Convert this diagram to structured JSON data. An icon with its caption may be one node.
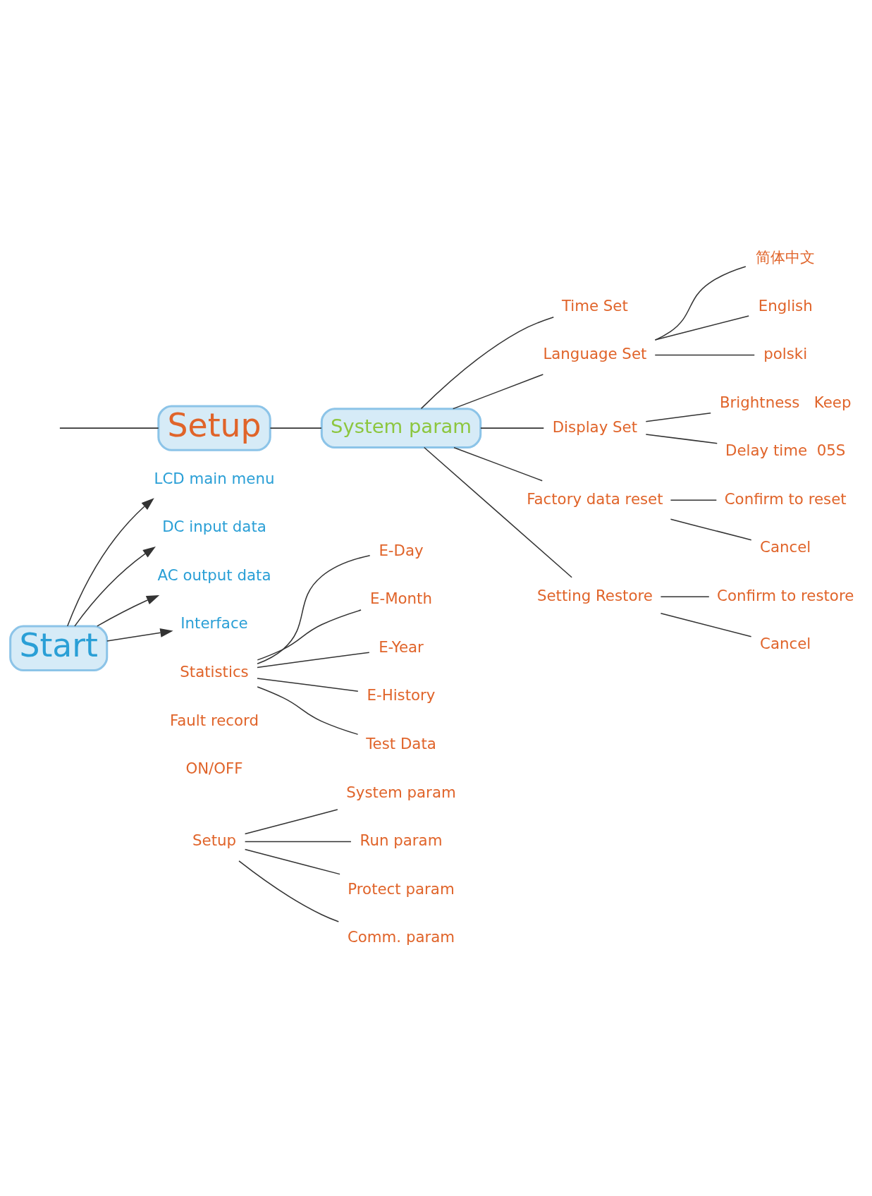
{
  "diagram": {
    "nodes": [
      {
        "text": [
          "Start"
        ]
      },
      {
        "text": [
          "LCD main menu"
        ]
      },
      {
        "text": [
          "DC input data"
        ]
      },
      {
        "text": [
          "AC output data"
        ]
      },
      {
        "text": [
          "Interface"
        ]
      },
      {
        "text": [
          "Statistics"
        ]
      },
      {
        "text": [
          "Fault record"
        ]
      },
      {
        "text": [
          "ON/OFF"
        ]
      },
      {
        "text": [
          "Setup"
        ]
      },
      {
        "text": [
          "E-Day"
        ]
      },
      {
        "text": [
          "E-Month"
        ]
      },
      {
        "text": [
          "E-Year"
        ]
      },
      {
        "text": [
          "E-History"
        ]
      },
      {
        "text": [
          "Test Data"
        ]
      },
      {
        "text": [
          "System param"
        ]
      },
      {
        "text": [
          "Run param"
        ]
      },
      {
        "text": [
          "Protect param"
        ]
      },
      {
        "text": [
          "Comm. param"
        ]
      },
      {
        "text": [
          "Setup"
        ]
      },
      {
        "text": [
          "System param"
        ]
      },
      {
        "text": [
          "Time Set"
        ]
      },
      {
        "text": [
          "Language Set"
        ]
      },
      {
        "text": [
          "Display Set"
        ]
      },
      {
        "text": [
          "Factory data reset"
        ]
      },
      {
        "text": [
          "Setting Restore"
        ]
      },
      {
        "text": [
          "简体中文"
        ]
      },
      {
        "text": [
          "English"
        ]
      },
      {
        "text": [
          "polski"
        ]
      },
      {
        "text": [
          "Brightness   Keep"
        ]
      },
      {
        "text": [
          "Delay time  05S"
        ]
      },
      {
        "text": [
          "Confirm to reset"
        ]
      },
      {
        "text": [
          "Cancel"
        ]
      },
      {
        "text": [
          "Confirm to restore"
        ]
      },
      {
        "text": [
          "Cancel"
        ]
      }
    ],
    "edges": [
      {
        "from": 0,
        "to": 1,
        "arrow": "to"
      },
      {
        "from": 0,
        "to": 2,
        "arrow": "to"
      },
      {
        "from": 0,
        "to": 3,
        "arrow": "to"
      },
      {
        "from": 0,
        "to": 4,
        "arrow": "to"
      },
      {
        "from": 5,
        "to": 9,
        "arrow": "none"
      },
      {
        "from": 5,
        "to": 10,
        "arrow": "none"
      },
      {
        "from": 5,
        "to": 11,
        "arrow": "none"
      },
      {
        "from": 5,
        "to": 12,
        "arrow": "none"
      },
      {
        "from": 5,
        "to": 13,
        "arrow": "none"
      },
      {
        "from": 8,
        "to": 14,
        "arrow": "none"
      },
      {
        "from": 8,
        "to": 15,
        "arrow": "none"
      },
      {
        "from": 8,
        "to": 16,
        "arrow": "none"
      },
      {
        "from": 8,
        "to": 17,
        "arrow": "none"
      },
      {
        "from": null,
        "to": 18,
        "arrow": "none"
      },
      {
        "from": 18,
        "to": 19,
        "arrow": "none"
      },
      {
        "from": 19,
        "to": 20,
        "arrow": "none"
      },
      {
        "from": 19,
        "to": 21,
        "arrow": "none"
      },
      {
        "from": 19,
        "to": 22,
        "arrow": "none"
      },
      {
        "from": 19,
        "to": 23,
        "arrow": "none"
      },
      {
        "from": 19,
        "to": 24,
        "arrow": "none"
      },
      {
        "from": 21,
        "to": 25,
        "arrow": "none"
      },
      {
        "from": 21,
        "to": 26,
        "arrow": "none"
      },
      {
        "from": 21,
        "to": 27,
        "arrow": "none"
      },
      {
        "from": 22,
        "to": 28,
        "arrow": "none"
      },
      {
        "from": 22,
        "to": 29,
        "arrow": "none"
      },
      {
        "from": 23,
        "to": 30,
        "arrow": "none"
      },
      {
        "from": 23,
        "to": 31,
        "arrow": "none"
      },
      {
        "from": 24,
        "to": 32,
        "arrow": "none"
      },
      {
        "from": 24,
        "to": 33,
        "arrow": "none"
      }
    ]
  }
}
